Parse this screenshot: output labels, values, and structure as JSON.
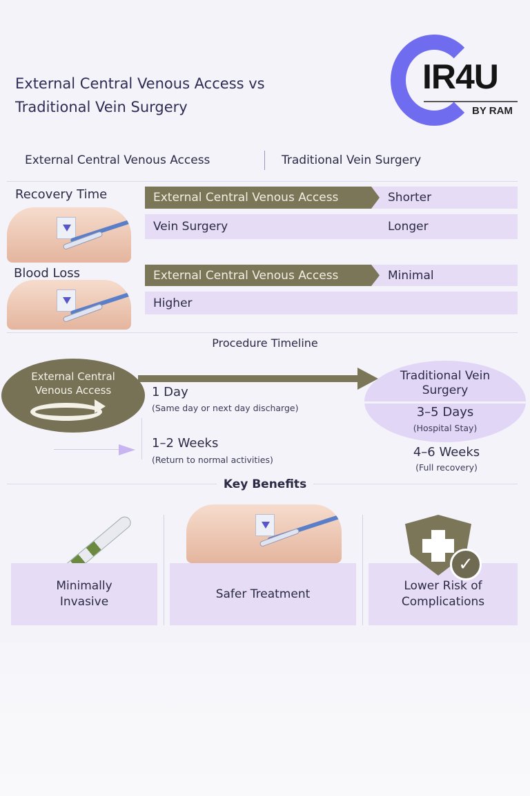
{
  "title": {
    "line1": "External Central Venous Access vs",
    "line2": "Traditional Vein Surgery"
  },
  "logo": {
    "name": "IR4U",
    "tagline": "BY RAM"
  },
  "columns": {
    "left": "External Central Venous Access",
    "right": "Traditional Vein Surgery"
  },
  "comparisons": [
    {
      "label": "Recovery Time",
      "rows": [
        {
          "method": "External Central Venous Access",
          "value": "Shorter",
          "highlight": true
        },
        {
          "method": "Vein Surgery",
          "value": "Longer",
          "highlight": false
        }
      ]
    },
    {
      "label": "Blood Loss",
      "rows": [
        {
          "method": "External Central Venous Access",
          "value": "Minimal",
          "highlight": true
        },
        {
          "method": "Higher",
          "value": "",
          "highlight": false
        }
      ]
    }
  ],
  "timeline": {
    "title": "Procedure Timeline",
    "left_label": "External Central Venous Access",
    "left_items": [
      {
        "value": "1 Day",
        "note": "(Same day or next day discharge)"
      },
      {
        "value": "1–2 Weeks",
        "note": "(Return to normal activities)"
      }
    ],
    "right_label": "Traditional Vein Surgery",
    "right_items": [
      {
        "value": "3–5 Days",
        "note": "(Hospital Stay)"
      },
      {
        "value": "4–6 Weeks",
        "note": "(Full recovery)"
      }
    ]
  },
  "benefits": {
    "title": "Key Benefits",
    "items": [
      "Minimally Invasive",
      "Safer Treatment",
      "Lower Risk of Complications"
    ]
  },
  "colors": {
    "olive": "#7b7658",
    "lavender": "#e6dcf6",
    "logo": "#6f6cf0"
  }
}
